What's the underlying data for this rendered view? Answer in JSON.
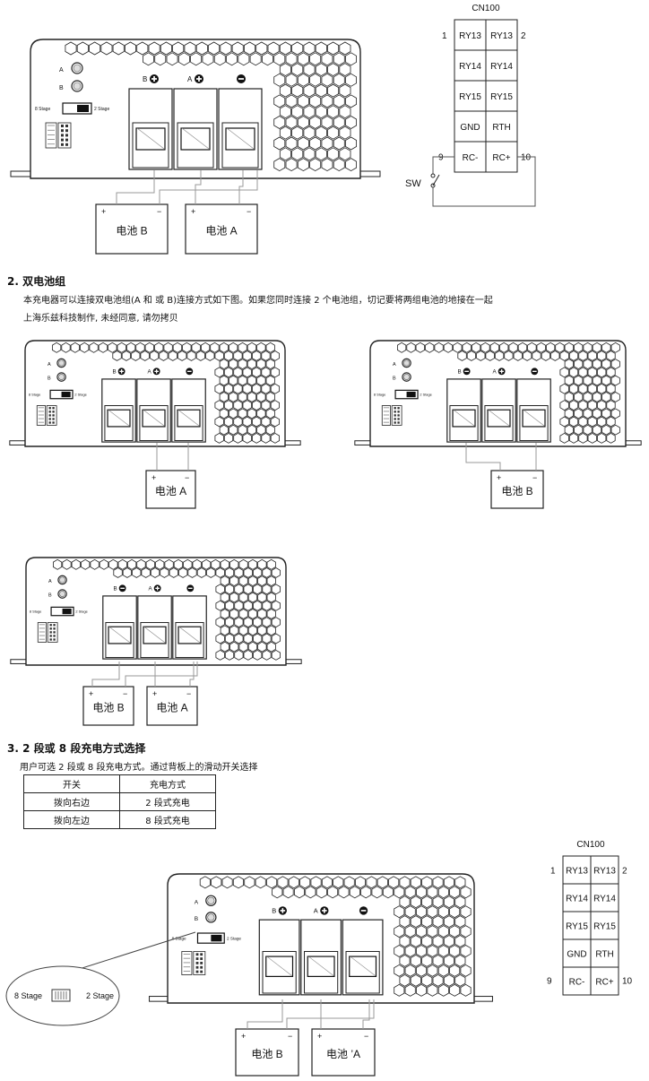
{
  "labels": {
    "a": "A",
    "b": "B",
    "stage8": "8 Stage",
    "stage2": "2 Stage",
    "plus": "+",
    "minus": "−",
    "battery_a": "电池  A",
    "battery_b": "电池  B",
    "battery_a_alt": "电池  ’A",
    "sw": "SW"
  },
  "connector": {
    "title": "CN100",
    "pin1": "1",
    "pin2": "2",
    "pin9": "9",
    "pin10": "10",
    "rows": [
      [
        "RY13",
        "RY13"
      ],
      [
        "RY14",
        "RY14"
      ],
      [
        "RY15",
        "RY15"
      ],
      [
        "GND",
        "RTH"
      ],
      [
        "RC-",
        "RC+"
      ]
    ]
  },
  "section2": {
    "title": "2.  双电池组",
    "line1": "本充电器可以连接双电池组(A 和 或 B)连接方式如下图。如果您同时连接 2 个电池组，切记要将两组电池的地接在一起",
    "line2": "上海乐兹科技制作, 未经同意, 请勿拷贝"
  },
  "section3": {
    "title": "3.    2 段或 8 段充电方式选择",
    "line1": "用户可选 2 段或 8 段充电方式。通过背板上的滑动开关选择",
    "table": {
      "headers": [
        "开关",
        "充电方式"
      ],
      "rows": [
        [
          "拨向右边",
          "2 段式充电"
        ],
        [
          "拨向左边",
          "8 段式充电"
        ]
      ]
    }
  }
}
